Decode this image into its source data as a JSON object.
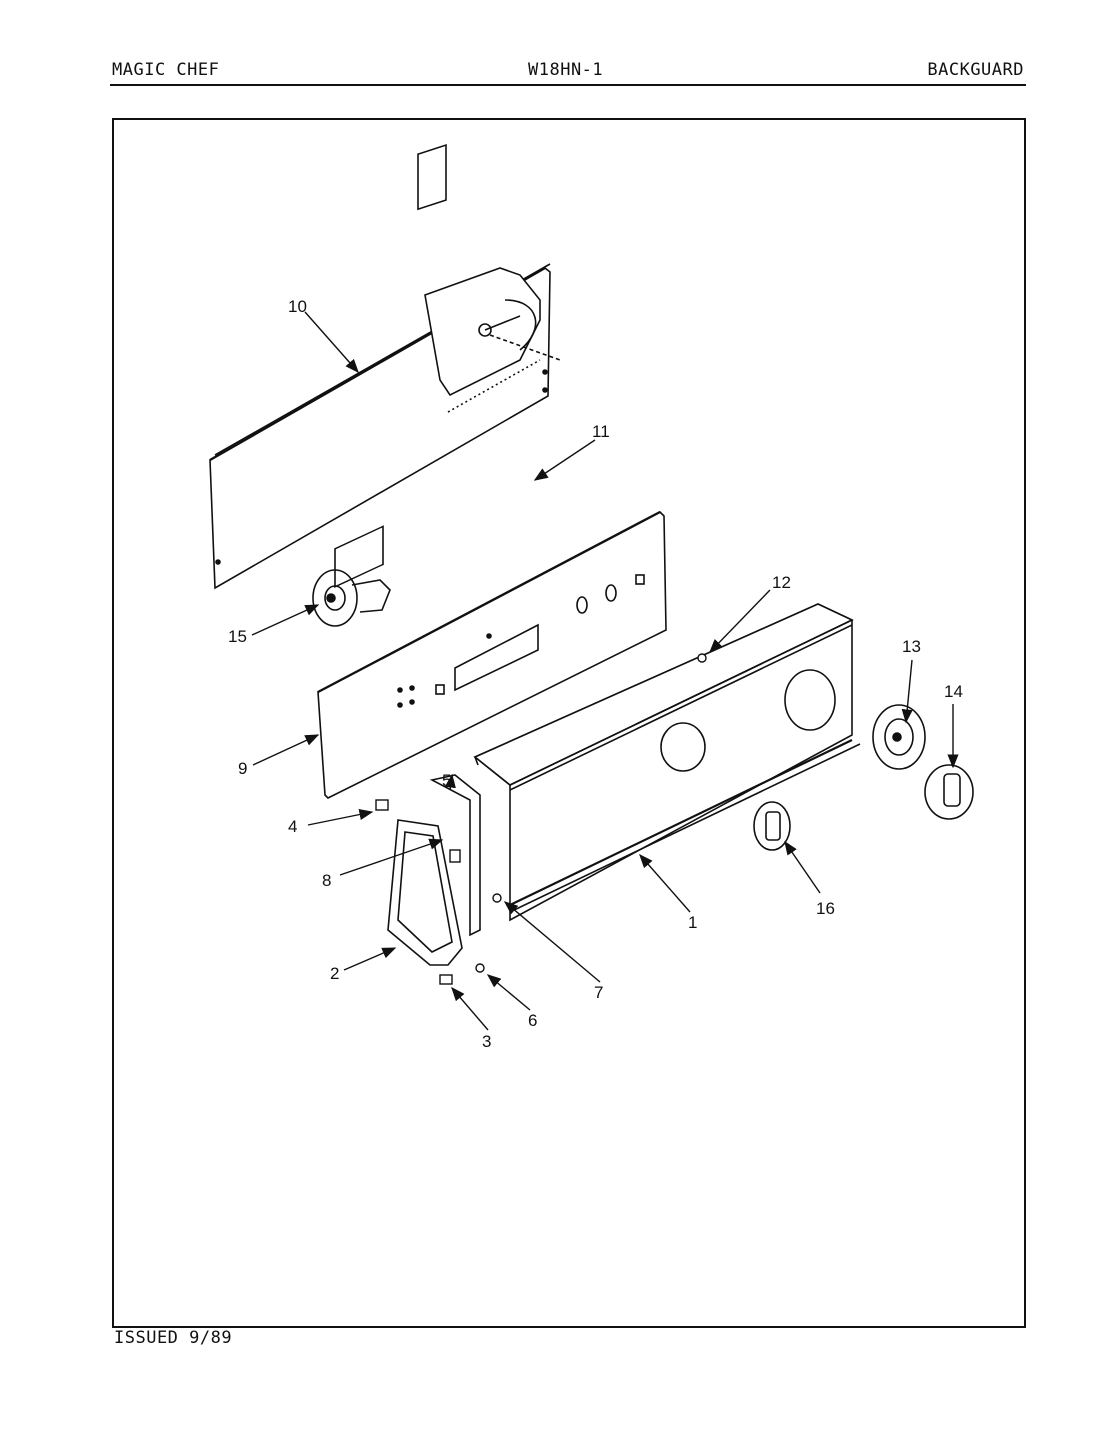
{
  "header": {
    "brand": "MAGIC CHEF",
    "model": "W18HN-1",
    "section": "BACKGUARD"
  },
  "footer": {
    "issued": "ISSUED 9/89"
  },
  "callouts": [
    "1",
    "2",
    "3",
    "4",
    "5",
    "6",
    "7",
    "8",
    "9",
    "10",
    "11",
    "12",
    "13",
    "14",
    "15",
    "16"
  ]
}
